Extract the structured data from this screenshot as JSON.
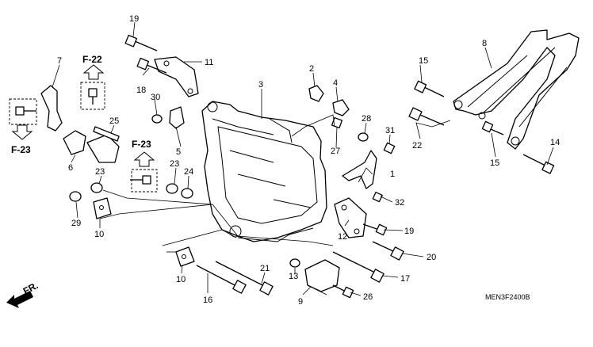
{
  "diagram": {
    "drawing_code": "MEN3F2400B",
    "direction_label": "FR.",
    "references": [
      {
        "id": "ref-f22",
        "text": "F-22"
      },
      {
        "id": "ref-f23-left",
        "text": "F-23"
      },
      {
        "id": "ref-f23-mid",
        "text": "F-23"
      }
    ],
    "callouts": {
      "c1": "1",
      "c2": "2",
      "c3": "3",
      "c4": "4",
      "c5": "5",
      "c6": "6",
      "c7": "7",
      "c8": "8",
      "c9": "9",
      "c10a": "10",
      "c10b": "10",
      "c11": "11",
      "c12": "12",
      "c13": "13",
      "c14": "14",
      "c15a": "15",
      "c15b": "15",
      "c16": "16",
      "c17": "17",
      "c18": "18",
      "c19a": "19",
      "c19b": "19",
      "c20": "20",
      "c21": "21",
      "c22": "22",
      "c23a": "23",
      "c23b": "23",
      "c24": "24",
      "c25": "25",
      "c26": "26",
      "c27": "27",
      "c28": "28",
      "c29": "29",
      "c30": "30",
      "c31": "31",
      "c32": "32"
    }
  }
}
